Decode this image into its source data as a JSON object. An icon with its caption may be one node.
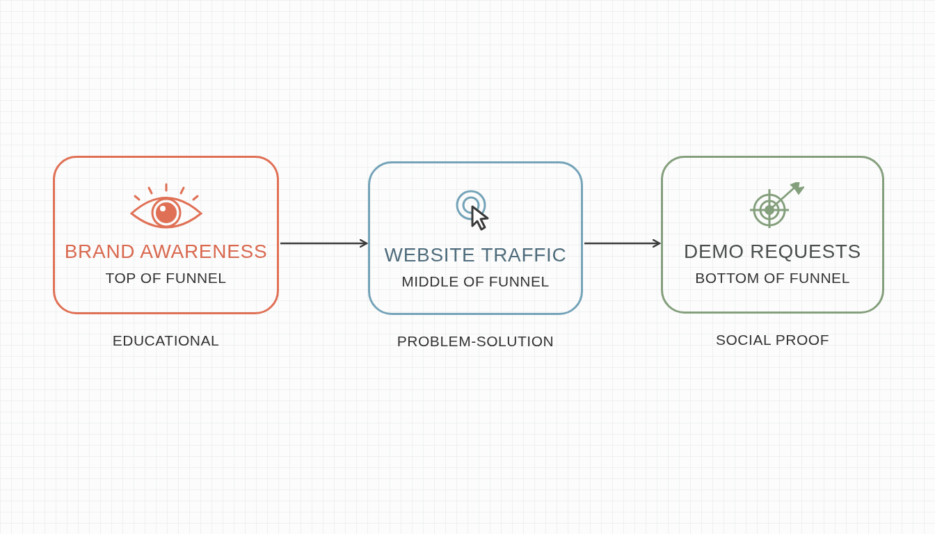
{
  "diagram": {
    "nodes": [
      {
        "text": [
          "BRAND AWARENESS",
          "TOP OF FUNNEL"
        ],
        "beside": [
          "EDUCATIONAL"
        ]
      },
      {
        "text": [
          "WEBSITE TRAFFIC",
          "MIDDLE OF FUNNEL"
        ],
        "beside": [
          "PROBLEM-SOLUTION"
        ]
      },
      {
        "text": [
          "DEMO REQUESTS",
          "BOTTOM OF FUNNEL"
        ],
        "beside": [
          "SOCIAL PROOF"
        ]
      }
    ],
    "edges": [
      {
        "from": 0,
        "to": 1,
        "arrow": "to"
      },
      {
        "from": 1,
        "to": 2,
        "arrow": "to"
      }
    ]
  }
}
